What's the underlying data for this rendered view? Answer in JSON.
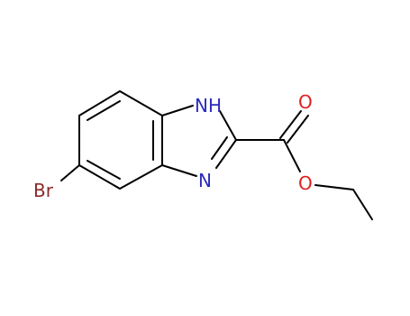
{
  "molecule": {
    "atoms": {
      "nh": {
        "text": "NH",
        "element": "N"
      },
      "n": {
        "text": "N",
        "element": "N"
      },
      "o_carbonyl": {
        "text": "O",
        "element": "O"
      },
      "o_ester": {
        "text": "O",
        "element": "O"
      },
      "br": {
        "text": "Br",
        "element": "Br"
      }
    }
  },
  "colors": {
    "bond": "#000000",
    "N": "#2b2bbf",
    "O": "#e02020",
    "Br": "#8b2a2a",
    "background": "#ffffff"
  }
}
